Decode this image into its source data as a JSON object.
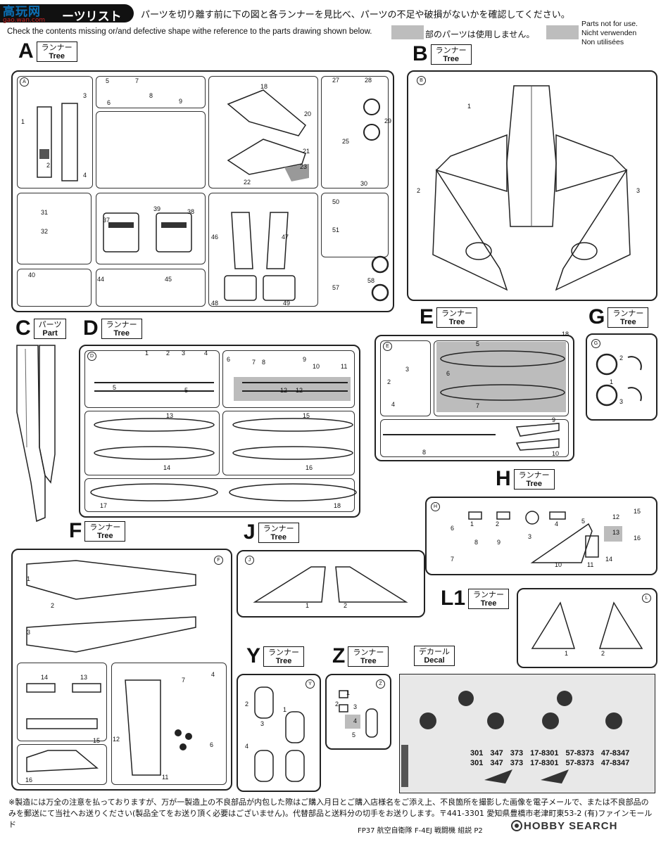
{
  "header": {
    "logo_text": "高玩网",
    "logo_sub": "gao.wan.com",
    "title": "ーツリスト",
    "instruction_jp": "パーツを切り離す前に下の図と各ランナーを見比べ、パーツの不足や破損がないかを確認してください。",
    "instruction_en": "Check the contents missing or/and defective shape withe reference to the parts drawing shown below.",
    "legend_jp": "部のパーツは使用しません。",
    "legend_en_1": "Parts not for use.",
    "legend_en_2": "Nicht verwenden",
    "legend_en_3": "Non utilisées"
  },
  "runners": {
    "A": {
      "letter": "A",
      "jp": "ランナー",
      "en": "Tree"
    },
    "B": {
      "letter": "B",
      "jp": "ランナー",
      "en": "Tree"
    },
    "C": {
      "letter": "C",
      "jp": "パーツ",
      "en": "Part"
    },
    "D": {
      "letter": "D",
      "jp": "ランナー",
      "en": "Tree"
    },
    "E": {
      "letter": "E",
      "jp": "ランナー",
      "en": "Tree"
    },
    "G": {
      "letter": "G",
      "jp": "ランナー",
      "en": "Tree"
    },
    "H": {
      "letter": "H",
      "jp": "ランナー",
      "en": "Tree"
    },
    "F": {
      "letter": "F",
      "jp": "ランナー",
      "en": "Tree"
    },
    "J": {
      "letter": "J",
      "jp": "ランナー",
      "en": "Tree"
    },
    "L1": {
      "letter": "L1",
      "jp": "ランナー",
      "en": "Tree"
    },
    "Y": {
      "letter": "Y",
      "jp": "ランナー",
      "en": "Tree"
    },
    "Z": {
      "letter": "Z",
      "jp": "ランナー",
      "en": "Tree"
    },
    "Decal": {
      "letter": "",
      "jp": "デカール",
      "en": "Decal"
    }
  },
  "decal_numbers": [
    "301",
    "347",
    "373",
    "17-8301",
    "57-8373",
    "47-8347",
    "301",
    "347",
    "373",
    "17-8301",
    "57-8373",
    "47-8347"
  ],
  "footer": {
    "note": "※製造には万全の注意を払っておりますが、万が一製造上の不良部品が内包した際はご購入月日とご購入店様名をご添え上、不良箇所を撮影した画像を電子メールで、または不良部品のみを郵送にて当社へお送りください(製品全てをお送り頂く必要はございません)。代替部品と送料分の切手をお送りします。〒441-3301 愛知県豊橋市老津町東53-2 (有)ファインモールド",
    "code": "FP37 航空自衛隊 F-4EJ 戦闘機 組説 P2",
    "brand": "HOBBY SEARCH"
  },
  "colors": {
    "unused_gray": "#bcbcbc",
    "logo_blue": "#0b6fb5",
    "logo_red": "#cc2222"
  }
}
